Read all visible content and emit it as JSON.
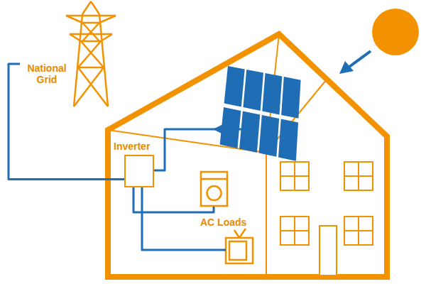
{
  "diagram": {
    "nodes": [
      {
        "text": [
          "National Grid"
        ]
      },
      {
        "text": [
          "Inverter"
        ]
      }
    ],
    "edges": [
      {
        "from": 0,
        "to": 1,
        "arrow": "none"
      }
    ],
    "labels": [
      "AC Loads"
    ]
  }
}
